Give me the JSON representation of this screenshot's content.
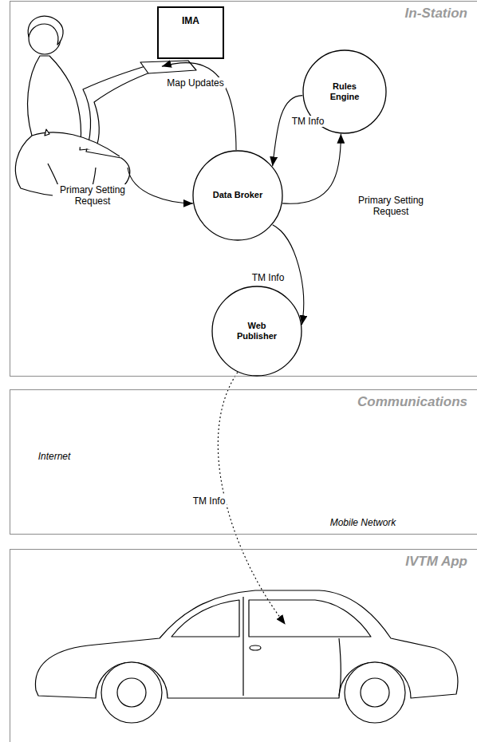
{
  "diagram": {
    "nodes": [
      {
        "text": [
          "In-Station"
        ]
      },
      {
        "text": [
          "IMA"
        ],
        "in": 0
      },
      {
        "text": [
          "Rules Engine"
        ],
        "in": 0
      },
      {
        "text": [
          "Data Broker"
        ],
        "in": 0
      },
      {
        "text": [
          "Web Publisher"
        ],
        "in": 0
      },
      {
        "text": [
          "Communications"
        ]
      },
      {
        "text": [
          "IVTM App"
        ]
      }
    ],
    "edges": [
      {
        "from": 1,
        "to": 3,
        "label": "Primary Setting Request",
        "arrow": "to"
      },
      {
        "from": 3,
        "to": 1,
        "label": "Map Updates",
        "arrow": "to"
      },
      {
        "from": 2,
        "to": 3,
        "label": "TM Info",
        "arrow": "to"
      },
      {
        "from": 3,
        "to": 2,
        "label": "Primary Setting Request",
        "arrow": "to"
      },
      {
        "from": 3,
        "to": 4,
        "label": "TM Info",
        "arrow": "to"
      },
      {
        "from": 4,
        "to": 6,
        "label": "TM Info",
        "arrow": "to"
      }
    ],
    "labels": [
      "Internet",
      "Mobile Network"
    ]
  }
}
